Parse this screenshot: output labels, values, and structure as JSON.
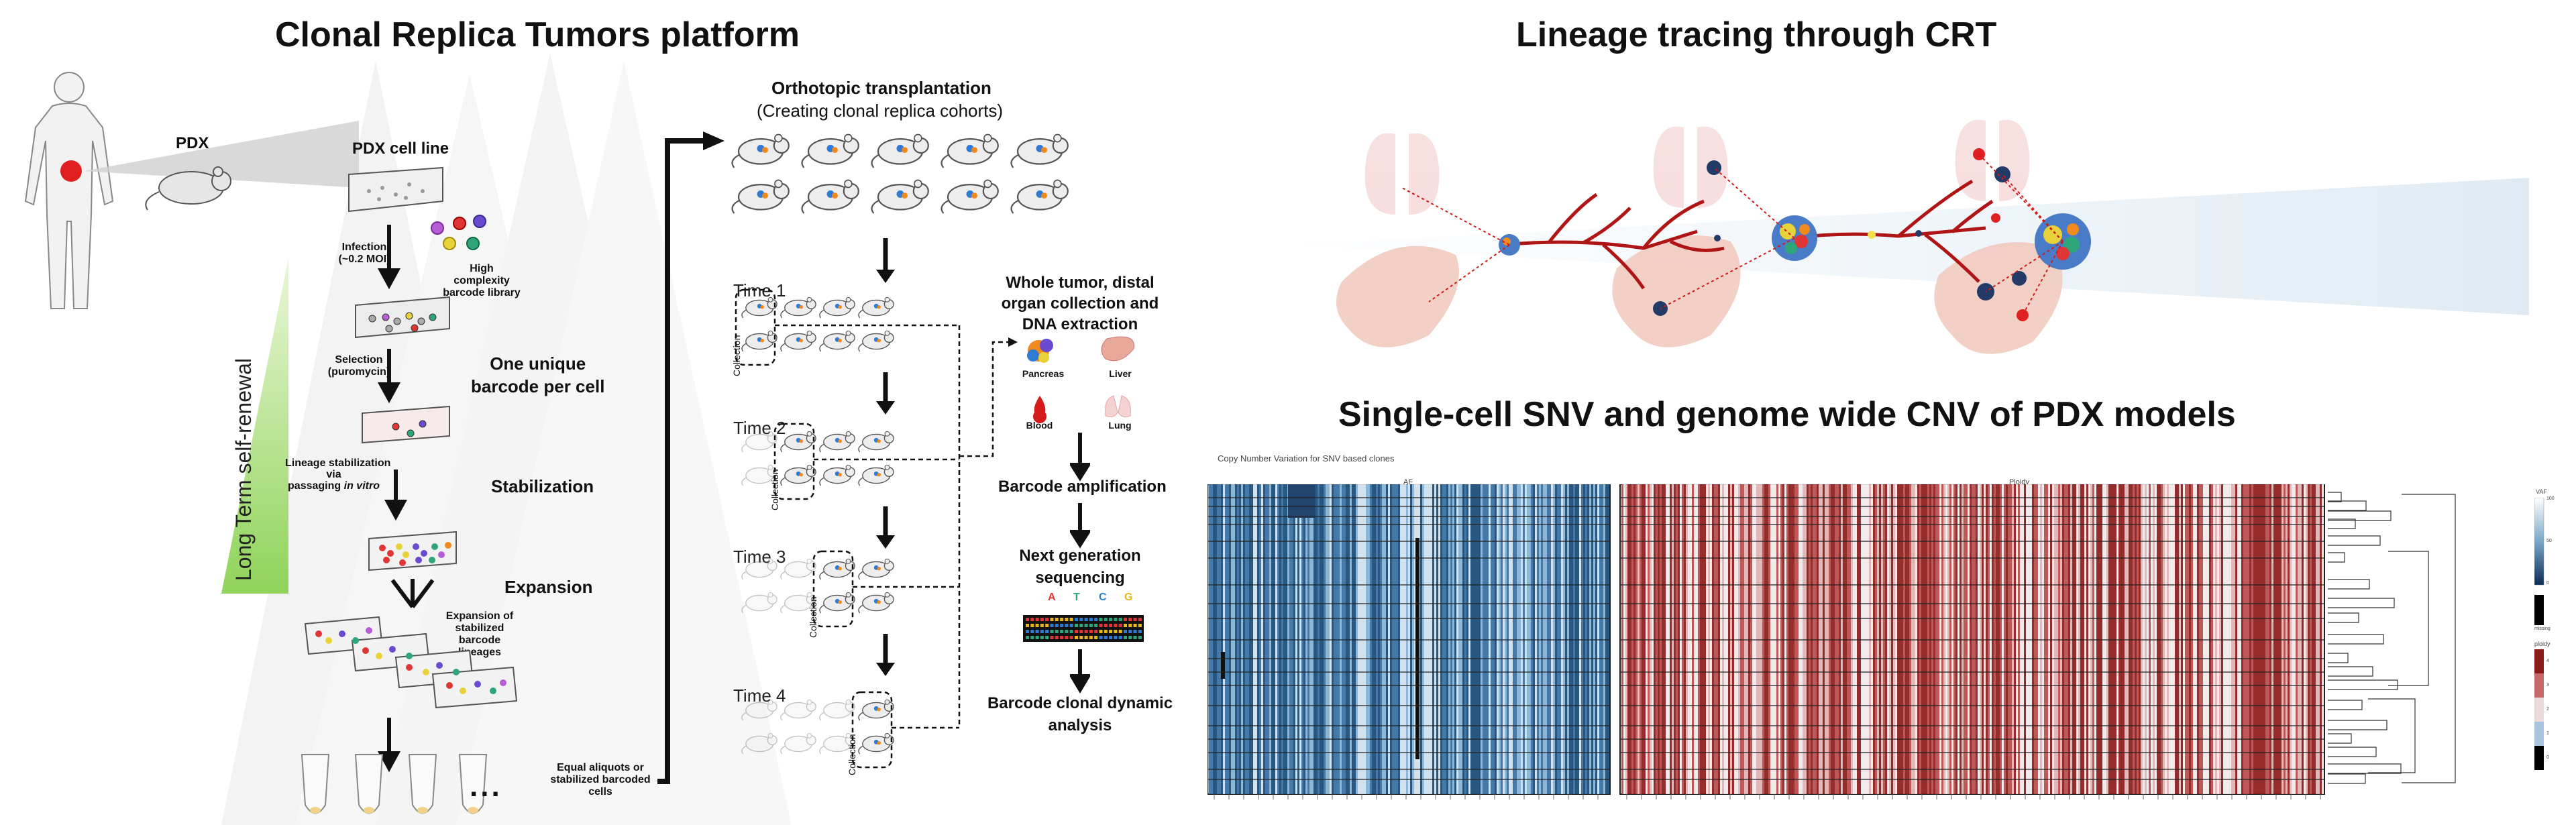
{
  "titles": {
    "left": "Clonal Replica Tumors platform",
    "right_top": "Lineage tracing through CRT",
    "right_bottom": "Single-cell SNV and genome wide CNV of PDX models"
  },
  "left_panel": {
    "pdx": "PDX",
    "pdx_cell_line": "PDX cell line",
    "infection": "Infection\n(~0.2 MOI)",
    "barcode_library": "High\ncomplexity\nbarcode library",
    "selection": "Selection\n(puromycin)",
    "one_unique": "One unique\nbarcode per cell",
    "lineage_stab_a": "Lineage stabilization\nvia\npassaging",
    "lineage_stab_b": "in vitro",
    "stabilization": "Stabilization",
    "expansion": "Expansion",
    "expansion_of": "Expansion of\nstabilized\nbarcode\nlineages",
    "long_term": "Long Term self-renewal",
    "equal_aliquots": "Equal aliquots or\nstabilized barcoded\ncells",
    "ellipsis": "..."
  },
  "middle_panel": {
    "orthotopic": "Orthotopic transplantation",
    "creating": "(Creating clonal replica cohorts)",
    "times": [
      "Time 1",
      "Time 2",
      "Time 3",
      "Time 4"
    ],
    "collection": "Collection",
    "whole_tumor": "Whole tumor, distal\norgan collection and\nDNA extraction",
    "pancreas": "Pancreas",
    "liver": "Liver",
    "blood": "Blood",
    "lung": "Lung",
    "barcode_amp": "Barcode amplification",
    "next_gen": "Next generation\nsequencing",
    "bases": [
      "A",
      "T",
      "C",
      "G"
    ],
    "barcode_clonal": "Barcode clonal dynamic\nanalysis"
  },
  "heatmap": {
    "subtitle": "Copy Number Variation for SNV based clones",
    "af_label": "AF",
    "ploidy_label": "Ploidy",
    "legend_vaf": "VAF",
    "legend_ploidy": "ploidy",
    "legend_missing": "missing",
    "vaf_ticks": [
      "100",
      "50",
      "0"
    ],
    "ploidy_ticks": [
      "4",
      "3",
      "2",
      "1",
      "0"
    ],
    "colors": {
      "blue_dark": "#1f4e79",
      "blue_light": "#9ec5e0",
      "red_dark": "#8b1a1a",
      "red_light": "#e7c2c2"
    }
  }
}
